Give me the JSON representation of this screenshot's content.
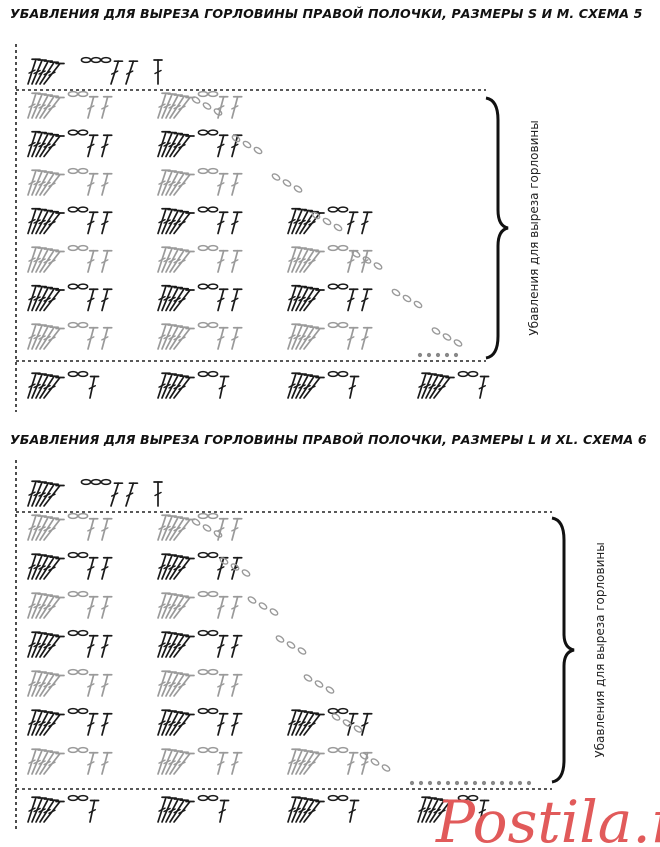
{
  "schemes": [
    {
      "title": "УБАВЛЕНИЯ ДЛЯ ВЫРЕЗА ГОРЛОВИНЫ ПРАВОЙ ПОЛОЧКИ, РАЗМЕРЫ S И M. СХЕМА 5",
      "side_label": "Убавления для выреза горловины",
      "colors": {
        "dark": "#1a1a1a",
        "gray": "#9a9a9a"
      }
    },
    {
      "title": "УБАВЛЕНИЯ ДЛЯ ВЫРЕЗА ГОРЛОВИНЫ ПРАВОЙ ПОЛОЧКИ, РАЗМЕРЫ L И XL. СХЕМА 6",
      "side_label": "Убавления для выреза горловины",
      "colors": {
        "dark": "#1a1a1a",
        "gray": "#9a9a9a"
      }
    }
  ],
  "watermark": {
    "text": "Postila.ru",
    "color": "#e15a5a"
  }
}
